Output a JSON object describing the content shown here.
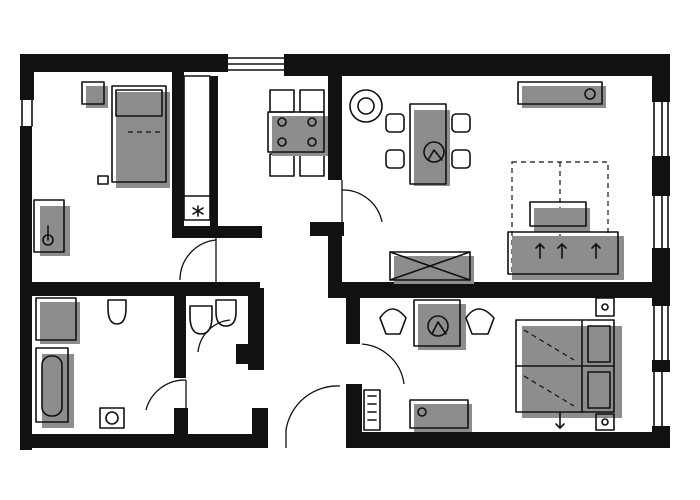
{
  "plan": {
    "colors": {
      "wall": "#111111",
      "shadow": "#8d8d8d",
      "paper": "#ffffff"
    },
    "rooms": [
      "bedroom-small",
      "hallway",
      "living-dining",
      "bathroom",
      "wc",
      "bedroom-master"
    ],
    "icons": [
      "bed-icon",
      "table-icon",
      "chair-icon",
      "sofa-icon",
      "toilet-icon",
      "bathtub-icon",
      "sink-icon",
      "plant-icon",
      "wardrobe-icon",
      "door-swing-icon"
    ]
  }
}
